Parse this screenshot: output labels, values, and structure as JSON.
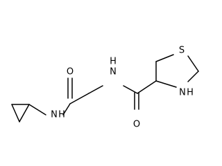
{
  "molecule": {
    "atoms": {
      "n_cyclopropyl_amide": "N",
      "h_cyclopropyl_amide": "H",
      "o_glycine_carbonyl": "O",
      "n_glycine_amide": "N",
      "h_glycine_amide": "H",
      "o_ring_carbonyl": "O",
      "s_ring": "S",
      "n_ring": "N",
      "h_ring": "H"
    },
    "colors": {
      "bond": "#000000",
      "label": "#000000",
      "background": "#ffffff"
    }
  }
}
